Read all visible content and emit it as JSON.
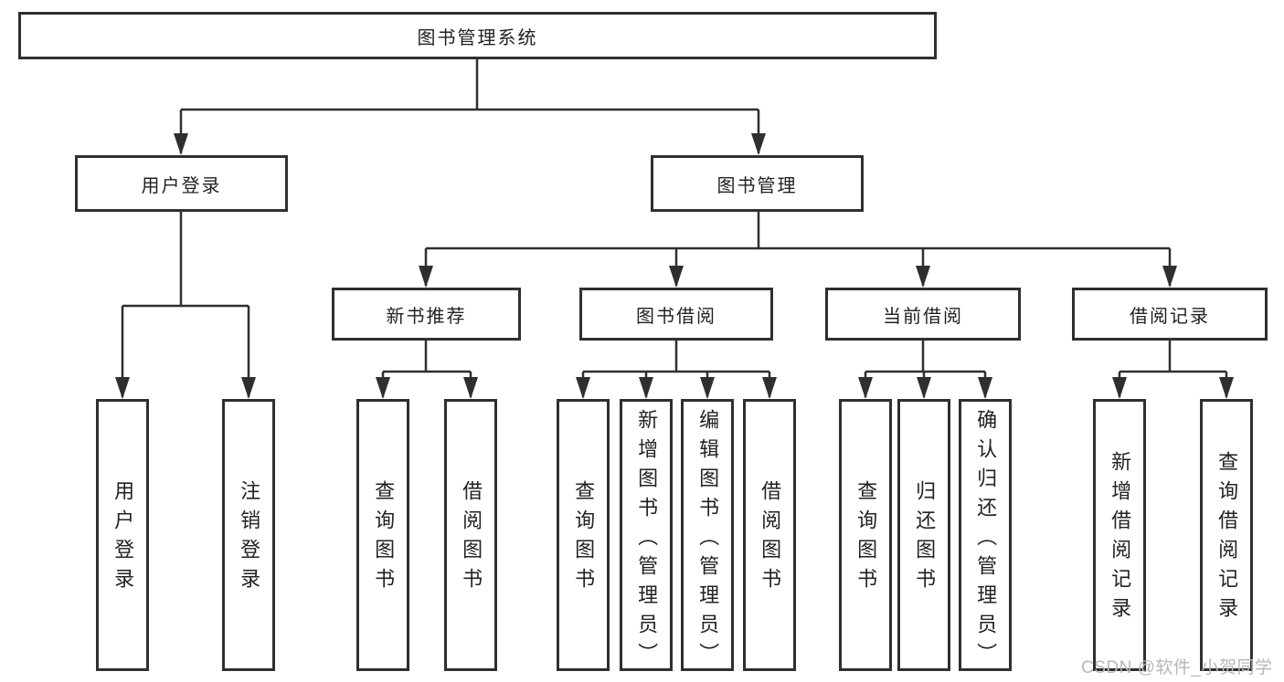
{
  "colors": {
    "line": "#2f2f2f",
    "box_border": "#2f2f2f",
    "text": "#222222",
    "background": "#ffffff",
    "watermark": "#b7b7b7"
  },
  "watermark": {
    "text": "CSDN @软件_小贺同学"
  },
  "tree": {
    "root_label": "图书管理系统",
    "children": [
      {
        "label": "用户登录",
        "children": [
          {
            "label": "用户登录"
          },
          {
            "label": "注销登录"
          }
        ]
      },
      {
        "label": "图书管理",
        "children": [
          {
            "label": "新书推荐",
            "children": [
              {
                "label": "查询图书"
              },
              {
                "label": "借阅图书"
              }
            ]
          },
          {
            "label": "图书借阅",
            "children": [
              {
                "label": "查询图书"
              },
              {
                "label": "新增图书（管理员）"
              },
              {
                "label": "编辑图书（管理员）"
              },
              {
                "label": "借阅图书"
              }
            ]
          },
          {
            "label": "当前借阅",
            "children": [
              {
                "label": "查询图书"
              },
              {
                "label": "归还图书"
              },
              {
                "label": "确认归还（管理员）"
              }
            ]
          },
          {
            "label": "借阅记录",
            "children": [
              {
                "label": "新增借阅记录"
              },
              {
                "label": "查询借阅记录"
              }
            ]
          }
        ]
      }
    ]
  }
}
